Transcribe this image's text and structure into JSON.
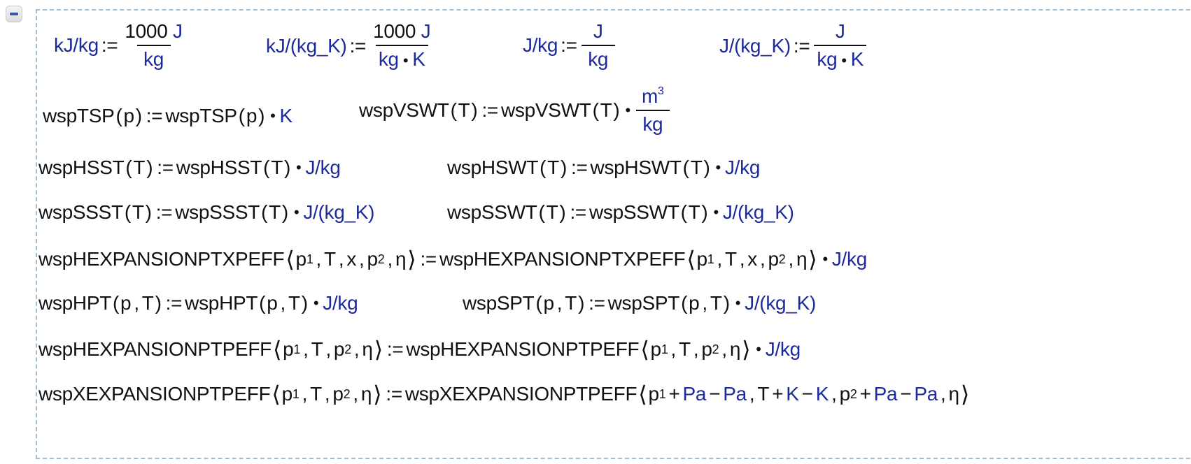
{
  "colors": {
    "unit_blue": "#1c2a9b",
    "text": "#111111",
    "region_border": "#9fbcd0",
    "collapse_button_bar": "#3a5aa8"
  },
  "region": {
    "collapse_button_icon": "minus-icon"
  },
  "symbols": {
    "assign": ":=",
    "times": "•",
    "plus": "+",
    "minus": "−",
    "comma": ",",
    "langle": "⟨",
    "rangle": "⟩",
    "lparen": "(",
    "rparen": ")"
  },
  "row1": {
    "def1": {
      "lhs": "kJ/kg",
      "num_value": "1000",
      "num_unit": "J",
      "den": "kg"
    },
    "def2": {
      "lhs": "kJ/(kg_K)",
      "num_value": "1000",
      "num_unit": "J",
      "den_a": "kg",
      "den_b": "K"
    },
    "def3": {
      "lhs": "J/kg",
      "num_unit": "J",
      "den": "kg"
    },
    "def4": {
      "lhs": "J/(kg_K)",
      "num_unit": "J",
      "den_a": "kg",
      "den_b": "K"
    }
  },
  "row2": {
    "def1": {
      "func": "wspTSP",
      "args": "p",
      "unit": "K"
    },
    "def2": {
      "func": "wspVSWT",
      "args": "T",
      "unit_num": "m",
      "unit_num_exp": "3",
      "unit_den": "kg"
    }
  },
  "row3": {
    "def1": {
      "func": "wspHSST",
      "args": "T",
      "unit": "J/kg"
    },
    "def2": {
      "func": "wspHSWT",
      "args": "T",
      "unit": "J/kg"
    }
  },
  "row4": {
    "def1": {
      "func": "wspSSST",
      "args": "T",
      "unit": "J/(kg_K)"
    },
    "def2": {
      "func": "wspSSWT",
      "args": "T",
      "unit": "J/(kg_K)"
    }
  },
  "row5": {
    "func": "wspHEXPANSIONPTXPEFF",
    "arg_p": "p",
    "sub1": "1",
    "sub2": "2",
    "arg_T": "T",
    "arg_x": "x",
    "arg_eta": "η",
    "unit": "J/kg"
  },
  "row6": {
    "def1": {
      "func": "wspHPT",
      "arg_p": "p",
      "arg_T": "T",
      "unit": "J/kg"
    },
    "def2": {
      "func": "wspSPT",
      "arg_p": "p",
      "arg_T": "T",
      "unit": "J/(kg_K)"
    }
  },
  "row7": {
    "func": "wspHEXPANSIONPTPEFF",
    "arg_p": "p",
    "sub1": "1",
    "sub2": "2",
    "arg_T": "T",
    "arg_eta": "η",
    "unit": "J/kg"
  },
  "row8": {
    "func": "wspXEXPANSIONPTPEFF",
    "arg_p": "p",
    "sub1": "1",
    "sub2": "2",
    "arg_T": "T",
    "arg_eta": "η",
    "unit_Pa": "Pa",
    "unit_K": "K"
  }
}
